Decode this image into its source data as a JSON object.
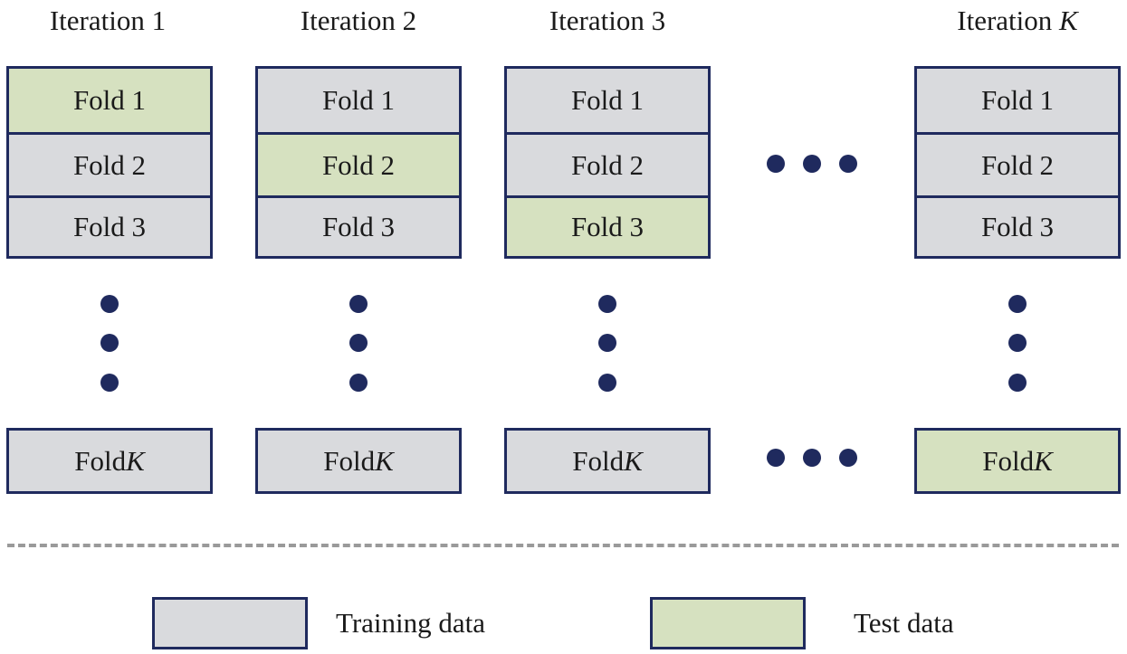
{
  "iterations": [
    {
      "title_prefix": "Iteration ",
      "title_var": "1",
      "var_italic": false,
      "folds": [
        {
          "label": "Fold 1",
          "role": "test"
        },
        {
          "label": "Fold 2",
          "role": "train"
        },
        {
          "label": "Fold 3",
          "role": "train"
        }
      ],
      "last_fold": {
        "prefix": "Fold ",
        "var": "K",
        "role": "train"
      }
    },
    {
      "title_prefix": "Iteration ",
      "title_var": "2",
      "var_italic": false,
      "folds": [
        {
          "label": "Fold 1",
          "role": "train"
        },
        {
          "label": "Fold 2",
          "role": "test"
        },
        {
          "label": "Fold 3",
          "role": "train"
        }
      ],
      "last_fold": {
        "prefix": "Fold ",
        "var": "K",
        "role": "train"
      }
    },
    {
      "title_prefix": "Iteration ",
      "title_var": "3",
      "var_italic": false,
      "folds": [
        {
          "label": "Fold 1",
          "role": "train"
        },
        {
          "label": "Fold 2",
          "role": "train"
        },
        {
          "label": "Fold 3",
          "role": "test"
        }
      ],
      "last_fold": {
        "prefix": "Fold ",
        "var": "K",
        "role": "train"
      }
    },
    {
      "title_prefix": "Iteration ",
      "title_var": "K",
      "var_italic": true,
      "folds": [
        {
          "label": "Fold 1",
          "role": "train"
        },
        {
          "label": "Fold 2",
          "role": "train"
        },
        {
          "label": "Fold 3",
          "role": "train"
        }
      ],
      "last_fold": {
        "prefix": "Fold ",
        "var": "K",
        "role": "test"
      }
    }
  ],
  "legend": {
    "training_label": "Training data",
    "test_label": "Test data"
  },
  "colors": {
    "training_fill": "#d9dadd",
    "test_fill": "#d6e1c0",
    "border": "#1f2a5e",
    "dots": "#1f2a5e",
    "separator": "#9a9a9a"
  }
}
